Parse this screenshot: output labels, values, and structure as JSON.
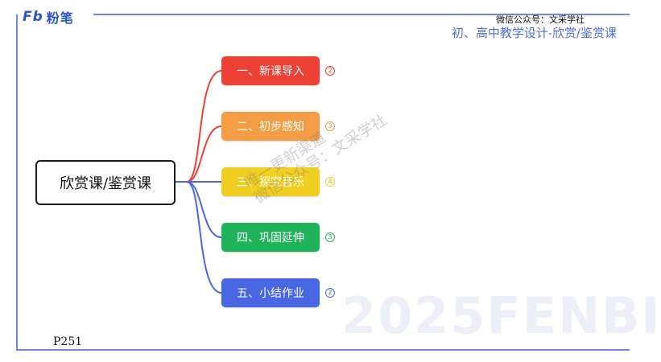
{
  "header": {
    "logo_text": "粉笔",
    "logo_mark": "Fb",
    "wechat": "微信公众号：文采学社",
    "course_title": "初、高中教学设计-欣赏/鉴赏课"
  },
  "diagram": {
    "root": "欣赏课/鉴赏课",
    "branches": [
      {
        "label": "一、新课导入",
        "badge": "2",
        "color": "#ee4035"
      },
      {
        "label": "二、初步感知",
        "badge": "3",
        "color": "#f59d45"
      },
      {
        "label": "三、探究音乐",
        "badge": "4",
        "color": "#f1cf20"
      },
      {
        "label": "四、巩固延伸",
        "badge": "3",
        "color": "#1fb35a"
      },
      {
        "label": "五、小结作业",
        "badge": "2",
        "color": "#4a67e3"
      }
    ]
  },
  "watermark": {
    "line1": "唯一更新渠道",
    "line2": "微信公众号：文采学社",
    "big": "2025FENBI"
  },
  "footer": {
    "page": "P251"
  }
}
